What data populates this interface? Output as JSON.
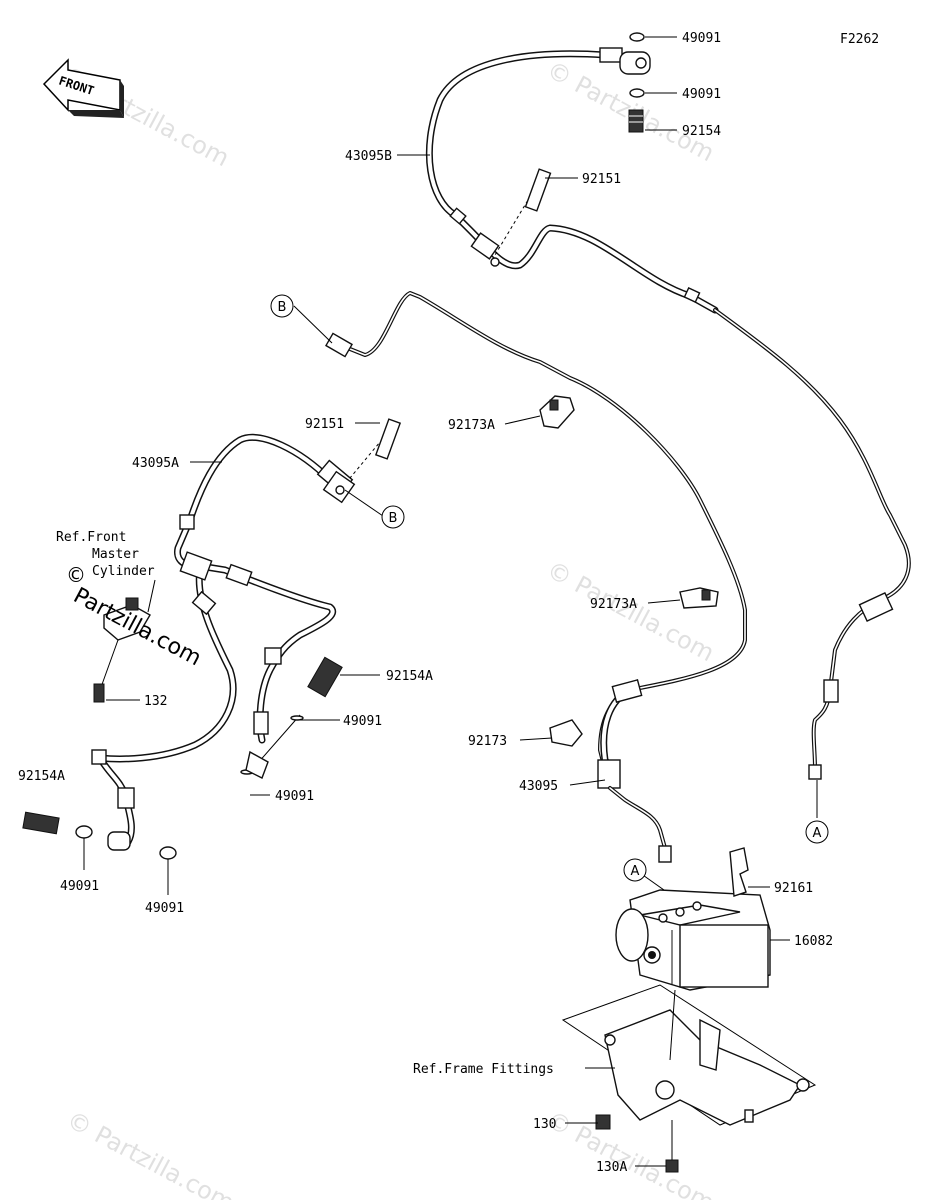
{
  "diagram_code": "F2262",
  "front_arrow": {
    "text": "FRONT",
    "icon": "front-direction-arrow-icon"
  },
  "watermark": {
    "text": "© Partzilla.com",
    "brand": "Partzilla.com",
    "color": "#c8c8c8"
  },
  "references": {
    "master_cylinder": [
      "Ref.Front",
      "Master",
      "Cylinder"
    ],
    "frame_fittings": "Ref.Frame Fittings"
  },
  "connectors": {
    "a": "A",
    "b": "B"
  },
  "parts": {
    "p49091_top": "49091",
    "p49091_mid": "49091",
    "p92154": "92154",
    "p43095B": "43095B",
    "p92151_top": "92151",
    "p92151_left": "92151",
    "p43095A": "43095A",
    "p92173A_upper": "92173A",
    "p92173A_lower": "92173A",
    "p92173": "92173",
    "p43095": "43095",
    "p92154A_right": "92154A",
    "p49091_r1": "49091",
    "p49091_r2": "49091",
    "p132": "132",
    "p92154A_left": "92154A",
    "p49091_bl": "49091",
    "p49091_br": "49091",
    "p92161": "92161",
    "p16082": "16082",
    "p130": "130",
    "p130A": "130A"
  }
}
